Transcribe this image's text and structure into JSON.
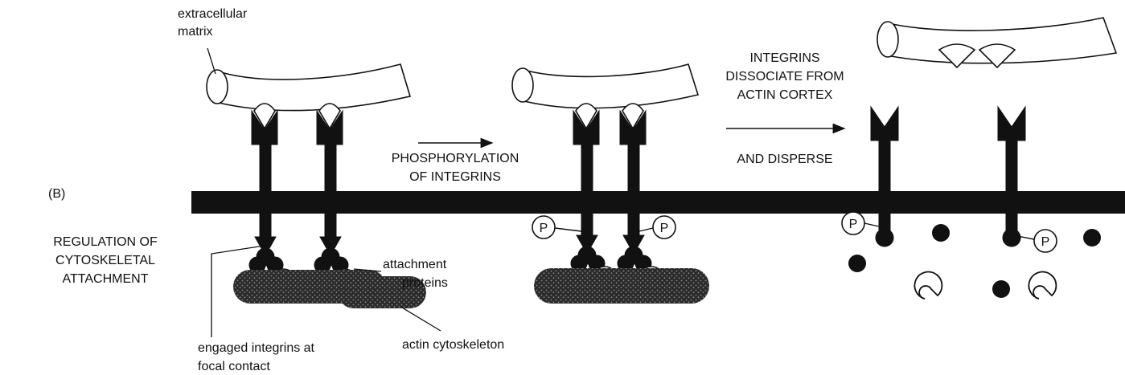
{
  "panel_label": "(B)",
  "title_lines": [
    "REGULATION OF",
    "CYTOSKELETAL",
    "ATTACHMENT"
  ],
  "labels": {
    "extracellular_matrix": [
      "extracellular",
      "matrix"
    ],
    "attachment_proteins": [
      "attachment",
      "proteins"
    ],
    "engaged_integrins": [
      "engaged integrins at",
      "focal contact"
    ],
    "actin_cytoskeleton": "actin cytoskeleton"
  },
  "steps": {
    "step1": [
      "PHOSPHORYLATION",
      "OF INTEGRINS"
    ],
    "step2_top": [
      "INTEGRINS",
      "DISSOCIATE FROM",
      "ACTIN CORTEX"
    ],
    "step2_bottom": "AND DISPERSE"
  },
  "phosphate_symbol": "P",
  "colors": {
    "ink": "#111111",
    "fiber": "#555555",
    "background": "#ffffff"
  }
}
